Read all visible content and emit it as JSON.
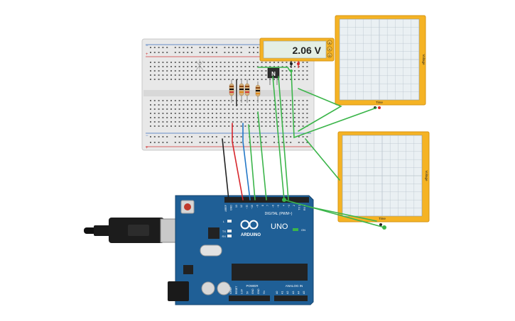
{
  "multimeter": {
    "reading": "2.06 V",
    "mode_buttons": [
      "A",
      "V",
      "Ω"
    ]
  },
  "oscilloscopes": [
    {
      "x_label": "Time",
      "y_label": "Voltage"
    },
    {
      "x_label": "Time",
      "y_label": "Voltage"
    }
  ],
  "transistor": {
    "label": "N"
  },
  "arduino": {
    "brand": "ARDUINO",
    "model": "UNO",
    "on_label": "ON",
    "digital_label": "DIGITAL (PWM~)",
    "power_label": "POWER",
    "analog_label": "ANALOG IN",
    "led_l": "L",
    "led_tx": "TX",
    "led_rx": "RX",
    "top_header_pins": [
      "AREF",
      "GND",
      "13",
      "12",
      "~11",
      "~10",
      "~9",
      "8",
      "7",
      "~6",
      "~5",
      "4",
      "~3",
      "2",
      "TX 1",
      "RX 0"
    ],
    "power_pins": [
      "IOREF",
      "RESET",
      "3.3V",
      "5V",
      "GND",
      "GND",
      "Vin"
    ],
    "analog_pins": [
      "A0",
      "A1",
      "A2",
      "A3",
      "A4",
      "A5"
    ]
  },
  "colors": {
    "board_blue": "#1f5f96",
    "scope_frame": "#f5b324",
    "wire_green": "#3bb54a",
    "wire_red": "#d7262c",
    "wire_blue": "#2378c8",
    "wire_black": "#222222"
  }
}
